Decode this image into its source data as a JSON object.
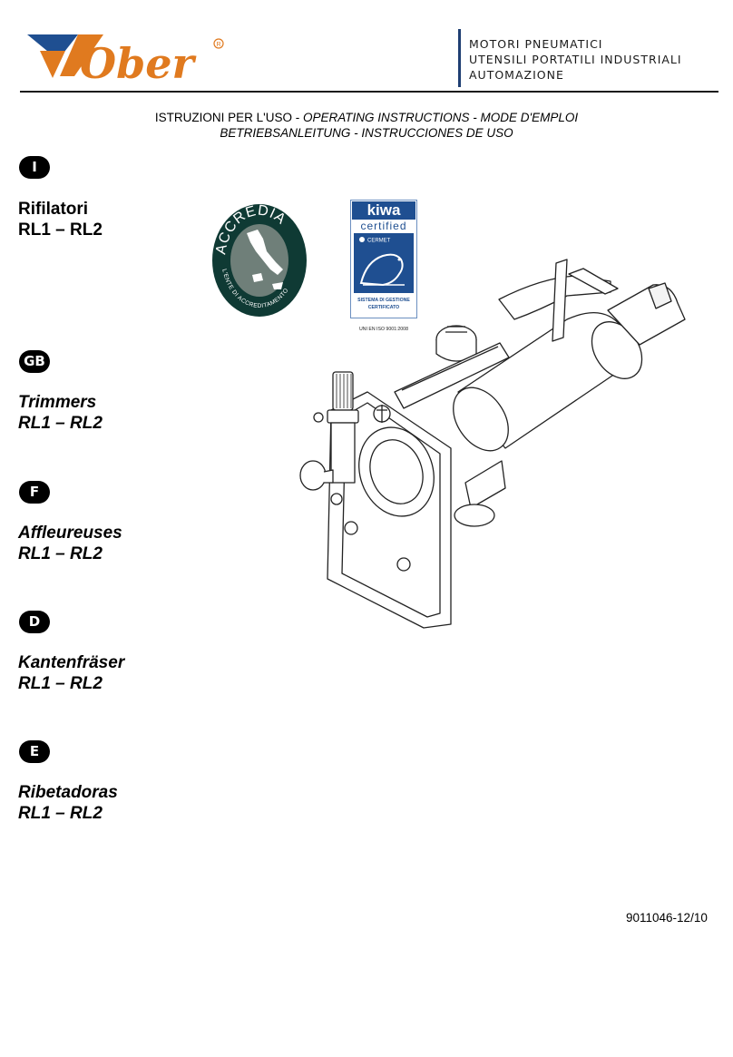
{
  "header": {
    "brand": "Ober",
    "tagline": [
      "MOTORI PNEUMATICI",
      "UTENSILI PORTATILI INDUSTRIALI",
      "AUTOMAZIONE"
    ]
  },
  "subtitle": {
    "line1_a": "ISTRUZIONI PER L'USO - ",
    "line1_b": "OPERATING INSTRUCTIONS - MODE D'EMPLOI",
    "line2": "BETRIEBSANLEITUNG - INSTRUCCIONES DE USO"
  },
  "sections": [
    {
      "badge": "I",
      "name": "Rifilatori",
      "model": "RL1 – RL2"
    },
    {
      "badge": "GB",
      "name": "Trimmers",
      "model": "RL1 – RL2"
    },
    {
      "badge": "F",
      "name": "Affleureuses",
      "model": "RL1 – RL2"
    },
    {
      "badge": "D",
      "name": "Kantenfräser",
      "model": "RL1 – RL2"
    },
    {
      "badge": "E",
      "name": "Ribetadoras",
      "model": "RL1 – RL2"
    }
  ],
  "certifications": {
    "accredia": {
      "name": "ACCREDIA",
      "subtitle": "L'ENTE DI ACCREDITAMENTO"
    },
    "kiwa": {
      "name": "kiwa",
      "certified": "certified",
      "partner": "CERMET",
      "system": "SISTEMA DI GESTIONE",
      "certified_label": "CERTIFICATO",
      "standard": "UNI EN ISO 9001:2008"
    }
  },
  "doc_number": "9011046-12/10",
  "colors": {
    "brand_orange": "#e07a1f",
    "brand_blue": "#1f4f91",
    "dark_navy": "#1f3f73",
    "accredia_green": "#0f3a34"
  }
}
